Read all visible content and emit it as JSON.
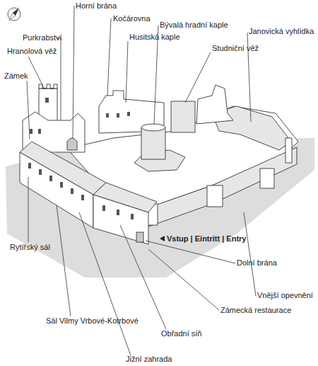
{
  "diagram": {
    "labels": [
      "Horní brána",
      "Kočárovna",
      "Bývalá hradní kaple",
      "Purkrabství",
      "Husitská kaple",
      "Janovická vyhlídka",
      "Hranolová věž",
      "Studniční věž",
      "Zámek",
      "Vstup | Eintritt | Entry",
      "Rytířský sál",
      "Dolní brána",
      "Vnější opevnění",
      "Zámecká restaurace",
      "Sál Vilmy Vrbové-Kotrbové",
      "Obřadní síň",
      "Jižní zahrada"
    ]
  }
}
